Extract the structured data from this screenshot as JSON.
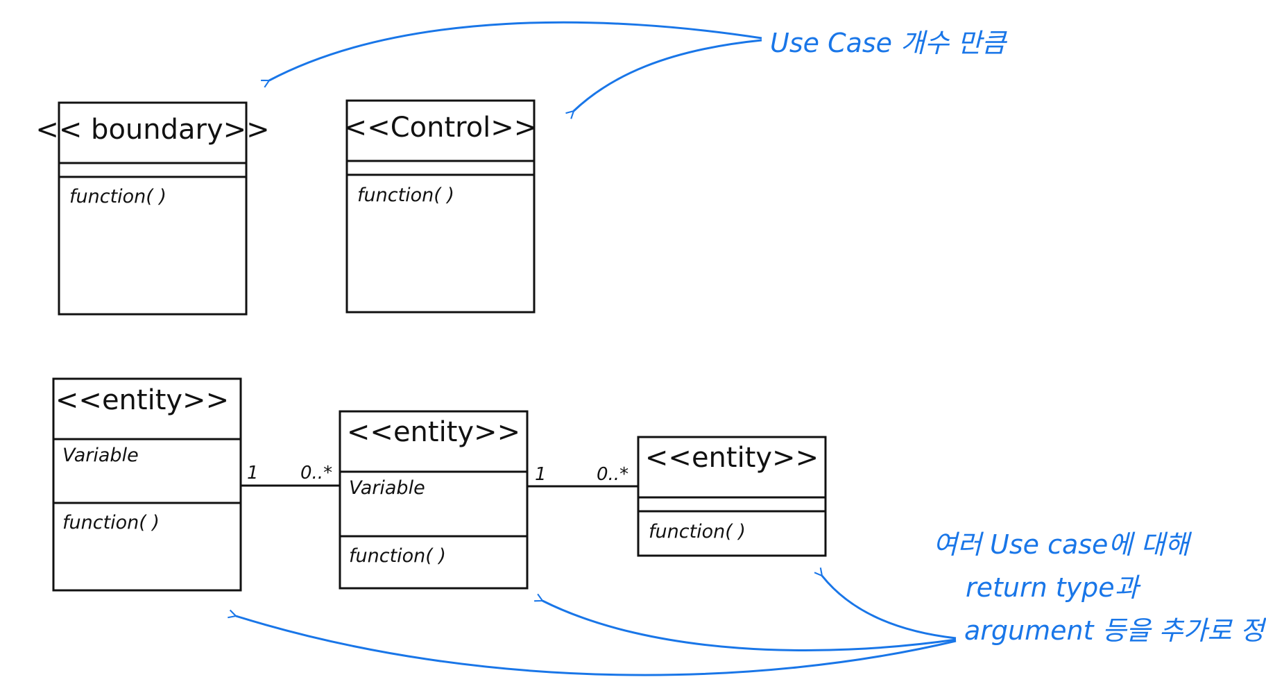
{
  "classes": {
    "boundary": {
      "stereotype": "<< boundary>>",
      "attribute": "",
      "operation": "function( )"
    },
    "control": {
      "stereotype": "<<Control>>",
      "attribute": "",
      "operation": "function( )"
    },
    "entity1": {
      "stereotype": "<<entity>>",
      "attribute": "Variable",
      "operation": "function( )"
    },
    "entity2": {
      "stereotype": "<<entity>>",
      "attribute": "Variable",
      "operation": "function( )"
    },
    "entity3": {
      "stereotype": "<<entity>>",
      "attribute": "",
      "operation": "function( )"
    }
  },
  "associations": [
    {
      "from": "entity1",
      "to": "entity2",
      "from_mult": "1",
      "to_mult": "0..*"
    },
    {
      "from": "entity2",
      "to": "entity3",
      "from_mult": "1",
      "to_mult": "0..*"
    }
  ],
  "annotations": {
    "top_note": "Use Case  개수 만큼",
    "bottom_note": {
      "line1": "여러 Use case에 대해",
      "line2": "return type과",
      "line3": "argument  등을 추가로 정의"
    }
  },
  "colors": {
    "ink": "#111111",
    "annotation": "#1976e8"
  }
}
